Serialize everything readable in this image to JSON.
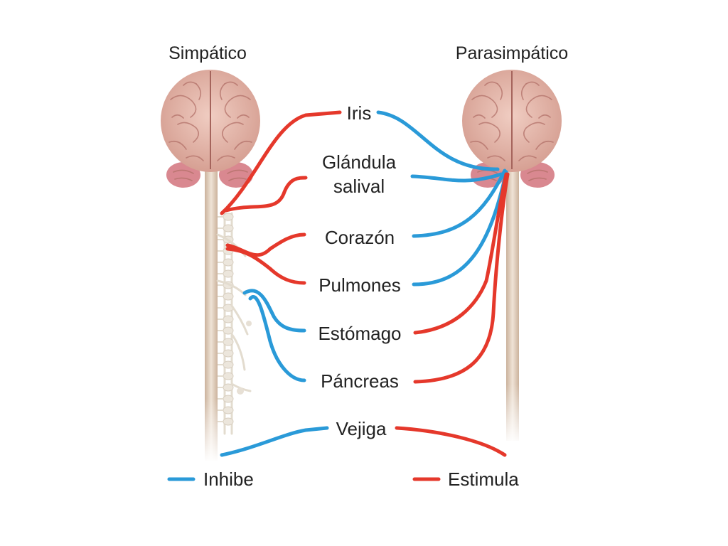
{
  "headers": {
    "sympathetic": "Simpático",
    "parasympathetic": "Parasimpático"
  },
  "organs": {
    "iris": "Iris",
    "gland_line1": "Glándula",
    "gland_line2": "salival",
    "heart": "Corazón",
    "lungs": "Pulmones",
    "stomach": "Estómago",
    "pancreas": "Páncreas",
    "bladder": "Vejiga"
  },
  "legend": {
    "inhibit": "Inhibe",
    "stimulate": "Estimula"
  },
  "colors": {
    "inhibit": "#2a9ad8",
    "stimulate": "#e5382b",
    "brain": "#e4b3a6",
    "cerebellum": "#d98890",
    "spinal_cord": "#ddc7b4"
  },
  "icons": {
    "brain_left": "brain-icon",
    "brain_right": "brain-icon",
    "spinal_cord_left": "spinal-cord-icon",
    "spinal_cord_right": "spinal-cord-icon"
  }
}
